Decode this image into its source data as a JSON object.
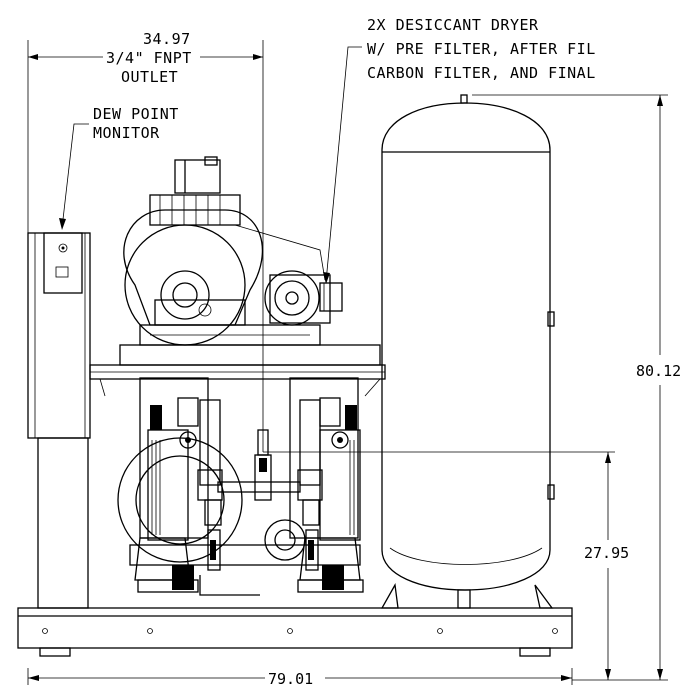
{
  "callouts": {
    "outlet_dim": "34.97",
    "outlet_line1": "3/4\" FNPT",
    "outlet_line2": "OUTLET",
    "dew_line1": "DEW POINT",
    "dew_line2": "MONITOR",
    "dryer_line1": "2X DESICCANT DRYER",
    "dryer_line2": "W/ PRE FILTER, AFTER FIL",
    "dryer_line3": "CARBON FILTER, AND FINAL"
  },
  "dimensions": {
    "overall_height": "80.12",
    "outlet_height": "27.95",
    "overall_width": "79.01"
  }
}
